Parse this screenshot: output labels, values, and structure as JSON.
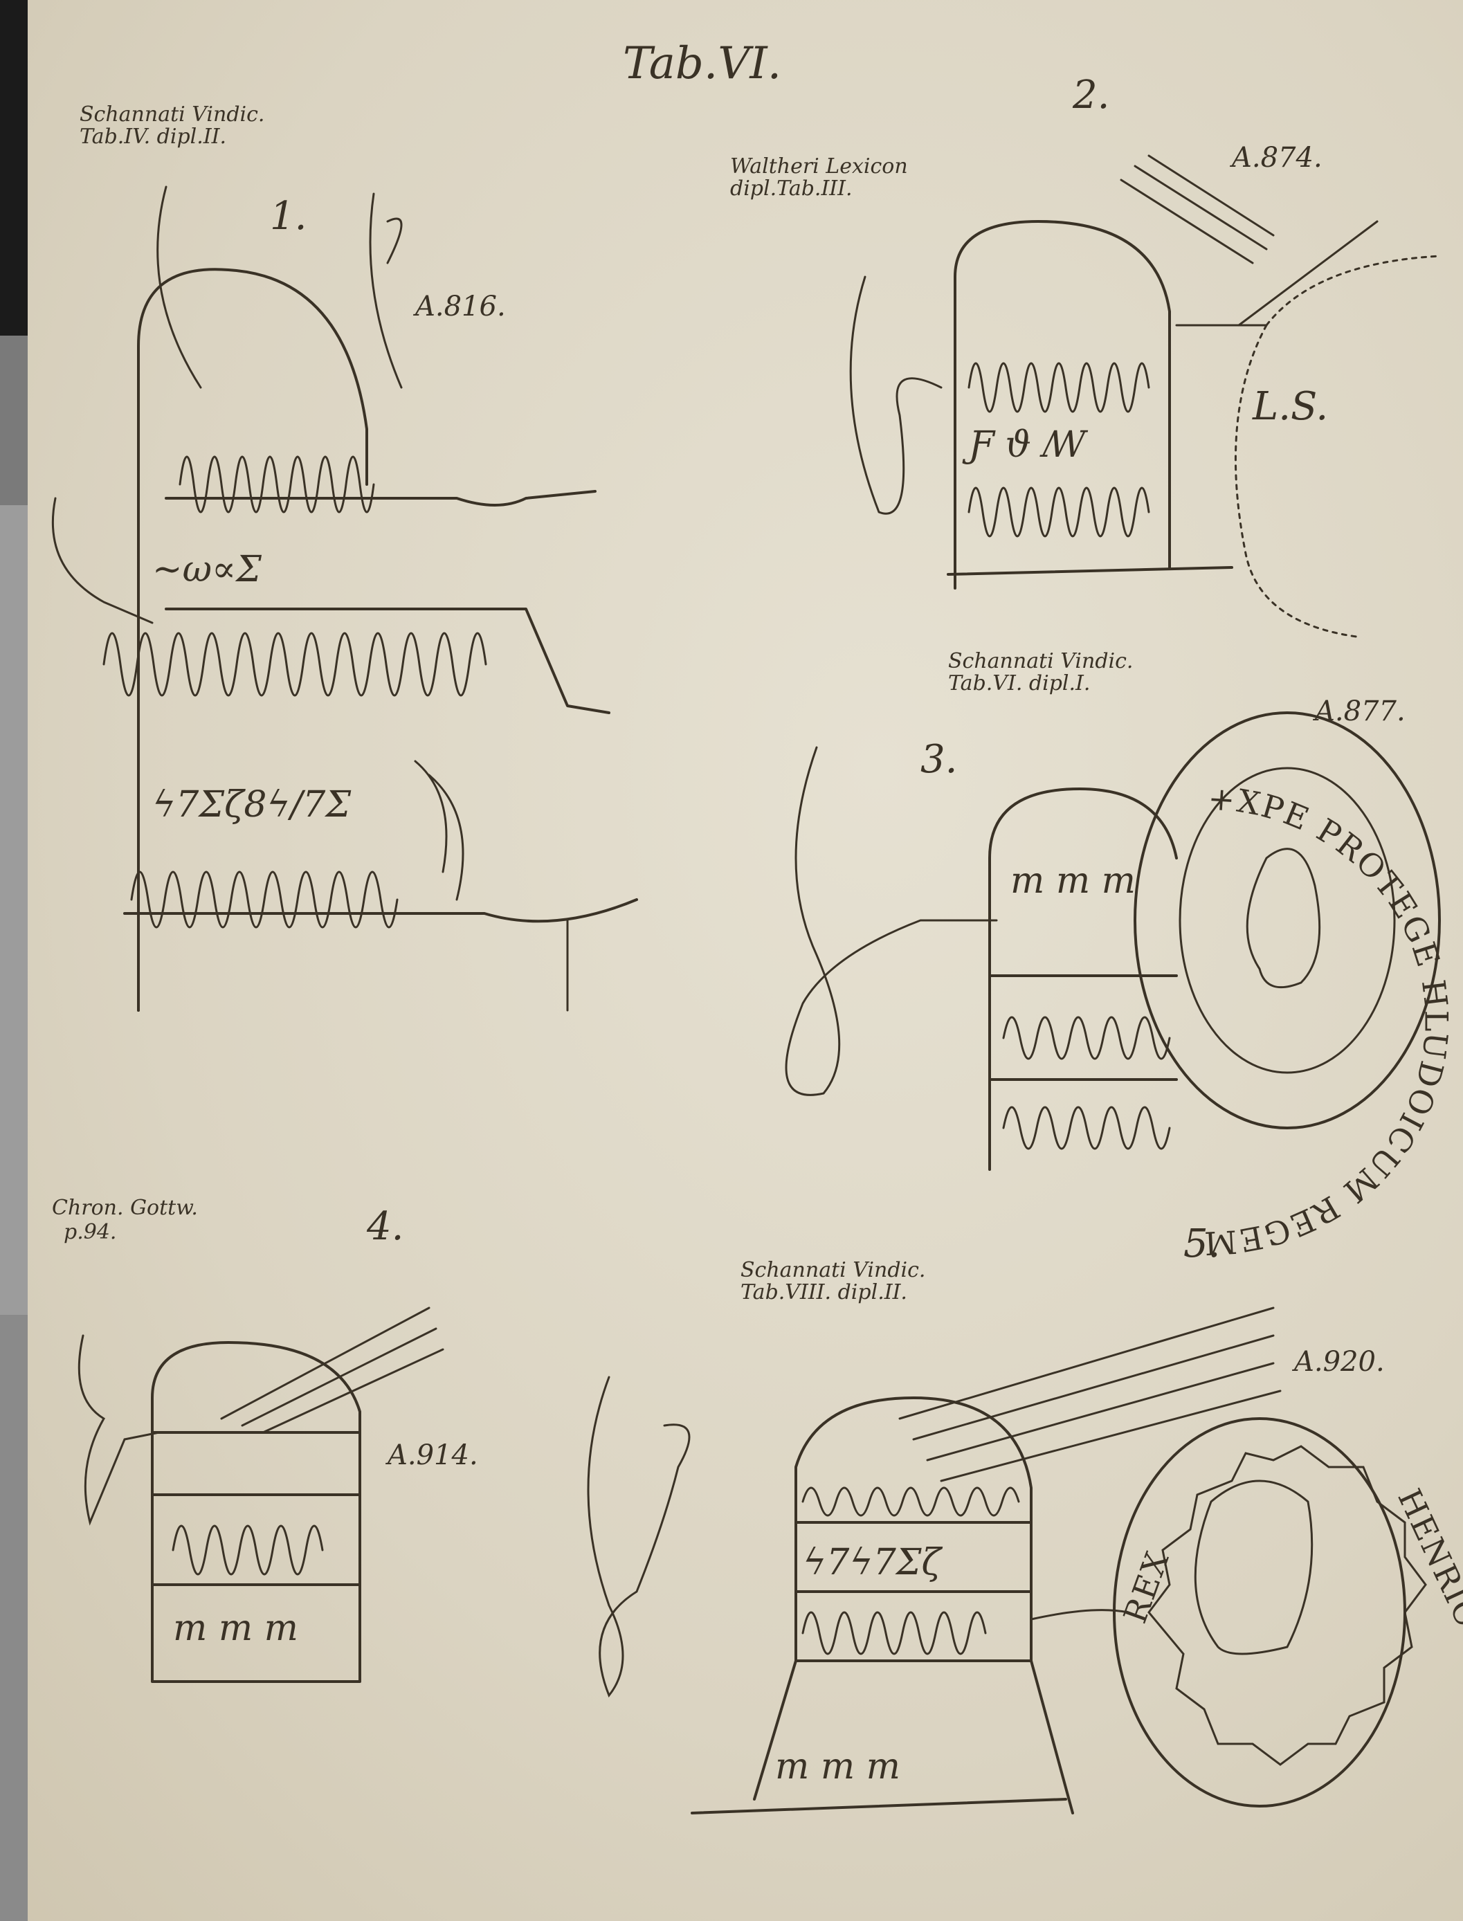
{
  "plate": {
    "title": "Tab.VI."
  },
  "figures": [
    {
      "number": "1.",
      "source_line1": "Schannati Vindic.",
      "source_line2": "Tab.IV. dipl.II.",
      "year": "A.816."
    },
    {
      "number": "2.",
      "source_line1": "Waltheri Lexicon",
      "source_line2": "dipl.Tab.III.",
      "year": "A.874.",
      "seal_label": "L.S."
    },
    {
      "number": "3.",
      "source_line1": "Schannati Vindic.",
      "source_line2": "Tab.VI. dipl.I.",
      "year": "A.877.",
      "seal_legend": "+XPE PROTEGE HLUDOICUM REGEM"
    },
    {
      "number": "4.",
      "source_line1": "Chron. Gottw.",
      "source_line2": "p.94.",
      "year": "A.914."
    },
    {
      "number": "5.",
      "source_line1": "Schannati Vindic.",
      "source_line2": "Tab.VIII. dipl.II.",
      "year": "A.920.",
      "seal_legend_left": "REX",
      "seal_legend_right": "HENRIC"
    }
  ],
  "colors": {
    "paper": "#ddd7c6",
    "ink": "#3a3226"
  }
}
